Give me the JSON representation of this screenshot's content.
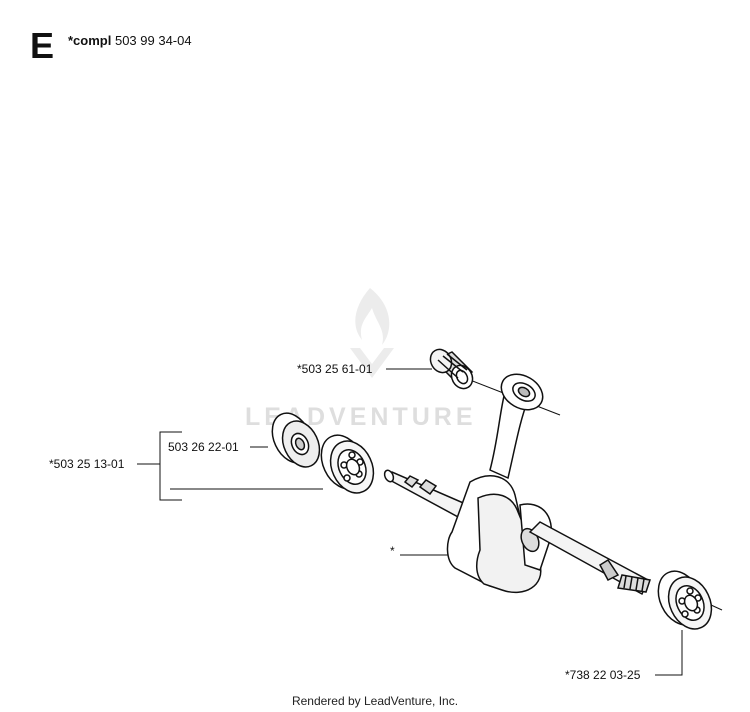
{
  "section": {
    "letter": "E",
    "compl_prefix": "*compl",
    "compl_number": "503 99 34-04"
  },
  "parts": {
    "needle_bearing": "*503 25 61-01",
    "bearing_set": "*503 25 13-01",
    "seal": "503 26 22-01",
    "crankshaft": "*",
    "bearing_right": "*738 22 03-25"
  },
  "watermark": {
    "text": "LEADVENTURE"
  },
  "footer": {
    "text": "Rendered by LeadVenture, Inc."
  }
}
